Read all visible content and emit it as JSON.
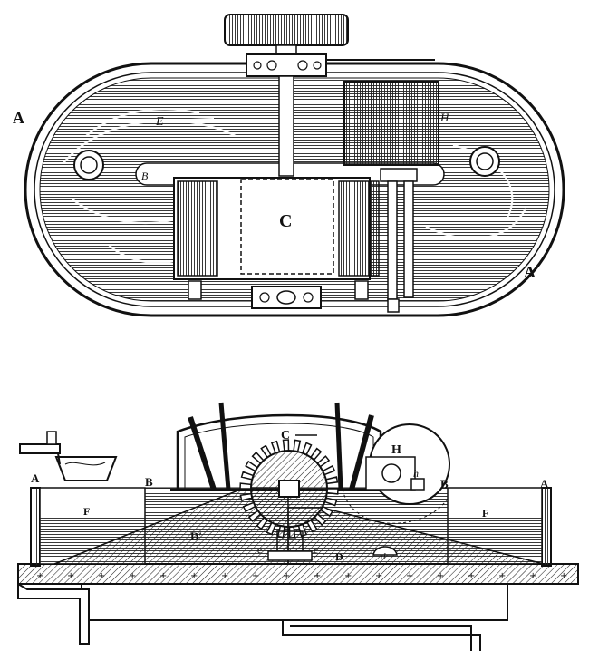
{
  "plan_view": {
    "labels": {
      "a_left": "A",
      "a_right": "A",
      "e_arrow": "E",
      "h_box": "H",
      "b_slot": "B",
      "c_center": "C"
    }
  },
  "section_view": {
    "labels": {
      "a_left": "A",
      "a_right": "A",
      "b_left": "B",
      "b_right": "B",
      "c_wheel": "C",
      "h_pulley": "H",
      "h_small": "h",
      "f_left": "F",
      "f_right": "F",
      "d_prime": "D′",
      "d_slope": "D",
      "d_small": "d",
      "e_left": "e",
      "e_right": "e"
    }
  },
  "colors": {
    "ink": "#1a1a1a",
    "paper": "#ffffff"
  }
}
